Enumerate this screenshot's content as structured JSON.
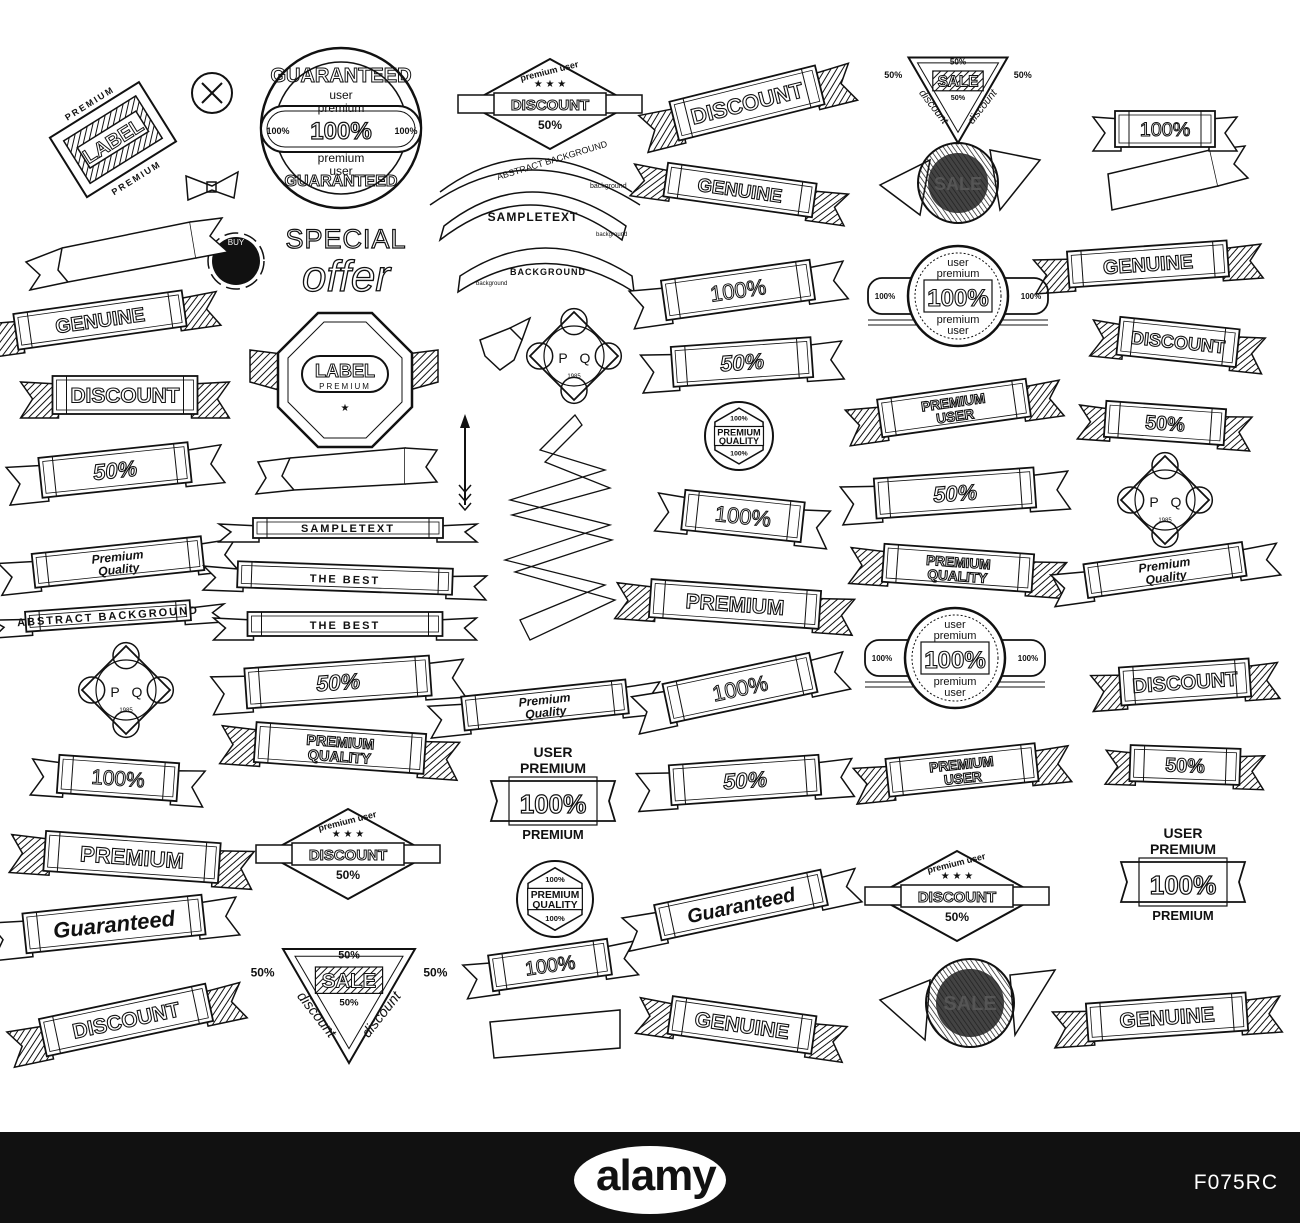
{
  "colors": {
    "ink": "#111111",
    "paper": "#ffffff",
    "footer": "#111111"
  },
  "footer": {
    "brand": "alamy",
    "image_id": "F075RC"
  },
  "ribbons": [
    {
      "id": "r1",
      "text": "GENUINE",
      "style": "dark"
    },
    {
      "id": "r2",
      "text": "DISCOUNT",
      "style": "dark"
    },
    {
      "id": "r3",
      "text": "50%",
      "style": "italic"
    },
    {
      "id": "r4",
      "text": "Premium Quality",
      "style": "script"
    },
    {
      "id": "r5",
      "text": "ABSTRACT BACKGROUND",
      "style": "small"
    },
    {
      "id": "r6",
      "text": "100%",
      "style": "outline"
    },
    {
      "id": "r7",
      "text": "PREMIUM",
      "style": "dark"
    },
    {
      "id": "r8",
      "text": "Guaranteed",
      "style": "script"
    },
    {
      "id": "r9",
      "text": "DISCOUNT",
      "style": "bold"
    },
    {
      "id": "r10",
      "text": "SAMPLETEXT",
      "style": "small"
    },
    {
      "id": "r11",
      "text": "THE BEST",
      "style": "small"
    },
    {
      "id": "r12",
      "text": "THE BEST",
      "style": "small"
    },
    {
      "id": "r13",
      "text": "50%",
      "style": "italic"
    },
    {
      "id": "r14",
      "text": "PREMIUM QUALITY",
      "style": "bold"
    },
    {
      "id": "r15",
      "text": "SAMPLETEXT",
      "style": "small"
    },
    {
      "id": "r16",
      "text": "BACKGROUND",
      "style": "small"
    },
    {
      "id": "r17",
      "text": "Premium Quality",
      "style": "script"
    },
    {
      "id": "r18",
      "text": "100%",
      "style": "outline"
    },
    {
      "id": "r19",
      "text": "DISCOUNT",
      "style": "bold"
    },
    {
      "id": "r20",
      "text": "GENUINE",
      "style": "dark"
    },
    {
      "id": "r21",
      "text": "100%",
      "style": "outline"
    },
    {
      "id": "r22",
      "text": "50%",
      "style": "italic"
    },
    {
      "id": "r23",
      "text": "100%",
      "style": "outline"
    },
    {
      "id": "r24",
      "text": "PREMIUM",
      "style": "dark"
    },
    {
      "id": "r25",
      "text": "100%",
      "style": "outline"
    },
    {
      "id": "r26",
      "text": "50%",
      "style": "italic"
    },
    {
      "id": "r27",
      "text": "Guaranteed",
      "style": "script"
    },
    {
      "id": "r28",
      "text": "GENUINE",
      "style": "dark"
    },
    {
      "id": "r29",
      "text": "PREMIUM USER",
      "style": "bold"
    },
    {
      "id": "r30",
      "text": "50%",
      "style": "italic"
    },
    {
      "id": "r31",
      "text": "PREMIUM QUALITY",
      "style": "bold"
    },
    {
      "id": "r32",
      "text": "PREMIUM USER",
      "style": "bold"
    },
    {
      "id": "r33",
      "text": "100%",
      "style": "outline"
    },
    {
      "id": "r34",
      "text": "GENUINE",
      "style": "dark"
    },
    {
      "id": "r35",
      "text": "DISCOUNT",
      "style": "bold"
    },
    {
      "id": "r36",
      "text": "50%",
      "style": "dark"
    },
    {
      "id": "r37",
      "text": "Premium Quality",
      "style": "script"
    },
    {
      "id": "r38",
      "text": "DISCOUNT",
      "style": "bold"
    },
    {
      "id": "r39",
      "text": "50%",
      "style": "dark"
    },
    {
      "id": "r40",
      "text": "GENUINE",
      "style": "dark"
    }
  ],
  "badges": {
    "label_corner": {
      "word": "LABEL",
      "top": "PREMIUM",
      "bottom": "PREMIUM"
    },
    "guaranteed": {
      "top": "GUARANTEED",
      "mid1": "user",
      "mid2": "premium",
      "big": "100%",
      "mid3": "premium",
      "mid4": "user",
      "side_left": "100%",
      "side_right": "100%",
      "bottom": "GUARANTEED"
    },
    "special_offer": {
      "line1": "SPECIAL",
      "line2": "offer"
    },
    "octagon": {
      "word": "LABEL",
      "sub": "PREMIUM"
    },
    "pq_left": {
      "a": "P",
      "b": "Q",
      "year": "1985"
    },
    "pq_mid": {
      "a": "P",
      "b": "Q",
      "year": "1985"
    },
    "pq_right": {
      "a": "P",
      "b": "Q",
      "year": "1985"
    },
    "diamond_top": {
      "top": "premium user",
      "word": "DISCOUNT",
      "pct": "50%"
    },
    "diamond_mid": {
      "top": "premium user",
      "word": "DISCOUNT",
      "pct": "50%"
    },
    "diamond_right": {
      "top": "premium user",
      "word": "DISCOUNT",
      "pct": "50%"
    },
    "sale_top": {
      "pct": "50%",
      "word": "SALE",
      "pct2": "50%",
      "left": "50%",
      "right": "50%",
      "script_l": "discount",
      "script_r": "discount"
    },
    "sale_bottom": {
      "pct": "50%",
      "word": "SALE",
      "pct2": "50%",
      "left": "50%",
      "right": "50%",
      "script_l": "discount",
      "script_r": "discount"
    },
    "pq_hex_1": {
      "top": "100%",
      "l1": "PREMIUM",
      "l2": "QUALITY",
      "bottom": "100%"
    },
    "pq_hex_2": {
      "top": "100%",
      "l1": "PREMIUM",
      "l2": "QUALITY",
      "bottom": "100%"
    },
    "user_premium_1": {
      "top1": "USER",
      "top2": "PREMIUM",
      "big": "100%",
      "bottom": "PREMIUM"
    },
    "user_premium_2": {
      "top1": "USER",
      "top2": "PREMIUM",
      "big": "100%",
      "bottom": "PREMIUM"
    },
    "seal_mid": {
      "top1": "user",
      "top2": "premium",
      "big": "100%",
      "bot1": "premium",
      "bot2": "user",
      "l": "100%",
      "r": "100%"
    },
    "seal_low": {
      "top1": "user",
      "top2": "premium",
      "big": "100%",
      "bot1": "premium",
      "bot2": "user",
      "l": "100%",
      "r": "100%"
    },
    "arc_texts": {
      "a1": "ABSTRACT BACKGROUND",
      "a2": "background",
      "a3": "SAMPLETEXT",
      "a4": "background",
      "a5": "BACKGROUND",
      "a6": "background"
    },
    "dark_seal_1": {
      "word": "SALE"
    },
    "dark_seal_2": {
      "word": "SALE"
    },
    "round_black": {
      "word": "BUY"
    }
  }
}
